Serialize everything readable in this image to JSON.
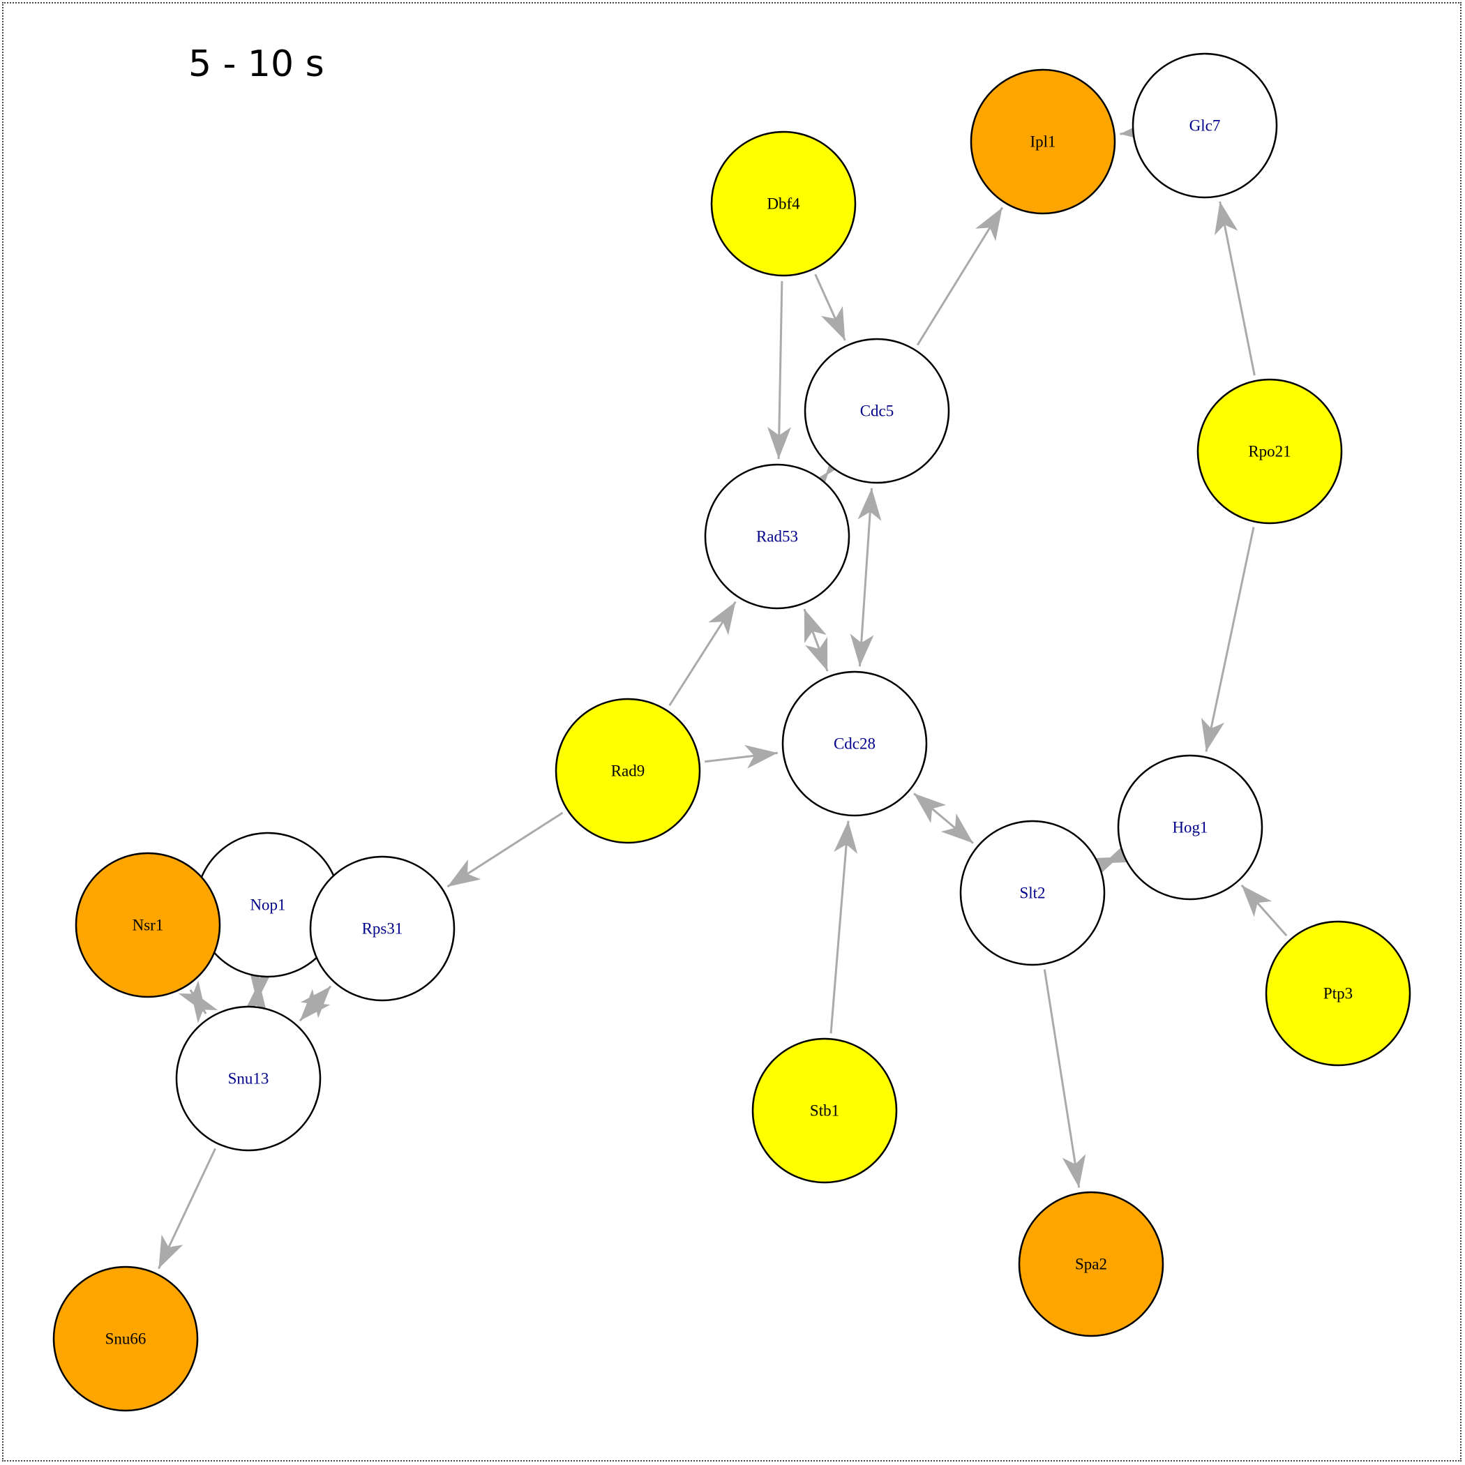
{
  "title": "5 - 10 s",
  "colors": {
    "edge": "#aaaaaa",
    "node_stroke": "#000000",
    "label_dark": "#000000",
    "label_blue": "#00008b",
    "none": "#ffffff",
    "yellow": "#ffff00",
    "orange": "#ffa500"
  },
  "nodes": [
    {
      "id": "Ipl1",
      "label": "Ipl1",
      "fill": "orange"
    },
    {
      "id": "Glc7",
      "label": "Glc7",
      "fill": "none"
    },
    {
      "id": "Dbf4",
      "label": "Dbf4",
      "fill": "yellow"
    },
    {
      "id": "Cdc5",
      "label": "Cdc5",
      "fill": "none"
    },
    {
      "id": "Rpo21",
      "label": "Rpo21",
      "fill": "yellow"
    },
    {
      "id": "Rad53",
      "label": "Rad53",
      "fill": "none"
    },
    {
      "id": "Rad9",
      "label": "Rad9",
      "fill": "yellow"
    },
    {
      "id": "Cdc28",
      "label": "Cdc28",
      "fill": "none"
    },
    {
      "id": "Hog1",
      "label": "Hog1",
      "fill": "none"
    },
    {
      "id": "Slt2",
      "label": "Slt2",
      "fill": "none"
    },
    {
      "id": "Nop1",
      "label": "Nop1",
      "fill": "none"
    },
    {
      "id": "Rps31",
      "label": "Rps31",
      "fill": "none"
    },
    {
      "id": "Nsr1",
      "label": "Nsr1",
      "fill": "orange"
    },
    {
      "id": "Ptp3",
      "label": "Ptp3",
      "fill": "yellow"
    },
    {
      "id": "Snu13",
      "label": "Snu13",
      "fill": "none"
    },
    {
      "id": "Stb1",
      "label": "Stb1",
      "fill": "yellow"
    },
    {
      "id": "Spa2",
      "label": "Spa2",
      "fill": "orange"
    },
    {
      "id": "Snu66",
      "label": "Snu66",
      "fill": "orange"
    }
  ],
  "edges": [
    {
      "from": "Glc7",
      "to": "Ipl1",
      "both": false
    },
    {
      "from": "Cdc5",
      "to": "Ipl1",
      "both": false
    },
    {
      "from": "Dbf4",
      "to": "Cdc5",
      "both": false
    },
    {
      "from": "Dbf4",
      "to": "Rad53",
      "both": false
    },
    {
      "from": "Rad53",
      "to": "Cdc5",
      "both": true
    },
    {
      "from": "Cdc5",
      "to": "Cdc28",
      "both": true
    },
    {
      "from": "Rad53",
      "to": "Cdc28",
      "both": true
    },
    {
      "from": "Rad9",
      "to": "Rad53",
      "both": false
    },
    {
      "from": "Rad9",
      "to": "Cdc28",
      "both": false
    },
    {
      "from": "Rad9",
      "to": "Rps31",
      "both": false
    },
    {
      "from": "Rpo21",
      "to": "Glc7",
      "both": false
    },
    {
      "from": "Rpo21",
      "to": "Hog1",
      "both": false
    },
    {
      "from": "Cdc28",
      "to": "Slt2",
      "both": true
    },
    {
      "from": "Slt2",
      "to": "Hog1",
      "both": true
    },
    {
      "from": "Ptp3",
      "to": "Hog1",
      "both": false
    },
    {
      "from": "Stb1",
      "to": "Cdc28",
      "both": false
    },
    {
      "from": "Slt2",
      "to": "Spa2",
      "both": false
    },
    {
      "from": "Nop1",
      "to": "Rps31",
      "both": true
    },
    {
      "from": "Nop1",
      "to": "Snu13",
      "both": true
    },
    {
      "from": "Rps31",
      "to": "Snu13",
      "both": true
    },
    {
      "from": "Nsr1",
      "to": "Snu13",
      "both": true
    },
    {
      "from": "Snu13",
      "to": "Snu66",
      "both": false
    }
  ]
}
